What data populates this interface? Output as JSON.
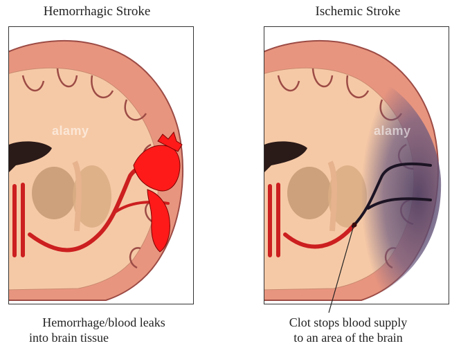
{
  "left": {
    "title": "Hemorrhagic Stroke",
    "caption_line1": "Hemorrhage/blood leaks",
    "caption_line2": "into brain tissue",
    "watermark": "alamy"
  },
  "right": {
    "title": "Ischemic Stroke",
    "caption_line1": "Clot stops blood supply",
    "caption_line2": "to an area of the brain",
    "watermark": "alamy"
  },
  "colors": {
    "brain_tissue": "#f6c9a6",
    "cortex": "#e8957f",
    "cortex_edge": "#9c4b45",
    "deep_structures": "#c49a73",
    "artery": "#cc1f1f",
    "hemorrhage": "#ff1a1a",
    "ischemic_area": "#5a4a6e"
  }
}
